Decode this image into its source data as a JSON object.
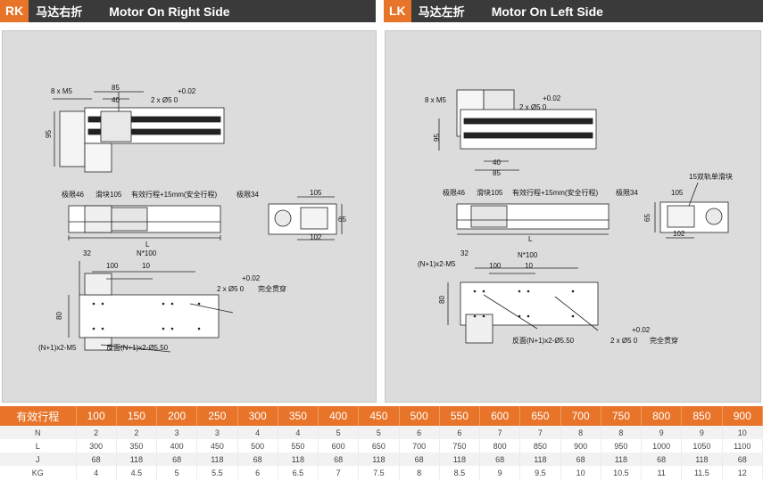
{
  "left_header": {
    "code": "RK",
    "cn_title": "马达右折",
    "en_title": "Motor On Right Side"
  },
  "right_header": {
    "code": "LK",
    "cn_title": "马达左折",
    "en_title": "Motor On Left Side"
  },
  "left_drawing": {
    "top": {
      "holes": "8 x M5",
      "d85": "85",
      "d40": "40",
      "pin": "2 x Ø5  0",
      "tol": "+0.02",
      "h95": "95"
    },
    "side": {
      "limit_l": "极限46",
      "slider": "滑块105",
      "stroke": "有效行程+15mm(安全行程)",
      "limit_r": "极限34",
      "len": "L"
    },
    "end": {
      "w105": "105",
      "h65": "65",
      "w102": "102"
    },
    "bottom": {
      "d32": "32",
      "n100": "N*100",
      "d100": "100",
      "d10": "10",
      "tol": "+0.02",
      "pin": "2 x Ø5  0",
      "through": "完全贯穿",
      "h80": "80",
      "holes_a": "(N+1)x2-M5",
      "holes_b": "反面(N+1)x2-Ø5.50"
    }
  },
  "right_drawing": {
    "top": {
      "holes": "8 x M5",
      "tol": "+0.02",
      "pin": "2 x Ø5  0",
      "h95": "95",
      "d40": "40",
      "d85": "85"
    },
    "side": {
      "limit_l": "极限46",
      "slider": "滑块105",
      "stroke": "有效行程+15mm(安全行程)",
      "limit_r": "极限34",
      "len": "L"
    },
    "end": {
      "note": "15双轨单滑块",
      "w105": "105",
      "h65": "65",
      "w102": "102"
    },
    "bottom": {
      "d32": "32",
      "n100": "N*100",
      "d100": "100",
      "d10": "10",
      "holes_a": "(N+1)x2-M5",
      "h80": "80",
      "holes_b": "反面(N+1)x2-Ø5.50",
      "tol": "+0.02",
      "pin": "2 x Ø5  0",
      "through": "完全贯穿"
    }
  },
  "spec_table": {
    "header_label": "有效行程",
    "strokes": [
      "100",
      "150",
      "200",
      "250",
      "300",
      "350",
      "400",
      "450",
      "500",
      "550",
      "600",
      "650",
      "700",
      "750",
      "800",
      "850",
      "900"
    ],
    "rows": [
      {
        "label": "N",
        "values": [
          "2",
          "2",
          "3",
          "3",
          "4",
          "4",
          "5",
          "5",
          "6",
          "6",
          "7",
          "7",
          "8",
          "8",
          "9",
          "9",
          "10"
        ]
      },
      {
        "label": "L",
        "values": [
          "300",
          "350",
          "400",
          "450",
          "500",
          "550",
          "600",
          "650",
          "700",
          "750",
          "800",
          "850",
          "900",
          "950",
          "1000",
          "1050",
          "1100"
        ]
      },
      {
        "label": "J",
        "values": [
          "68",
          "118",
          "68",
          "118",
          "68",
          "118",
          "68",
          "118",
          "68",
          "118",
          "68",
          "118",
          "68",
          "118",
          "68",
          "118",
          "68"
        ]
      },
      {
        "label": "KG",
        "values": [
          "4",
          "4.5",
          "5",
          "5.5",
          "6",
          "6.5",
          "7",
          "7.5",
          "8",
          "8.5",
          "9",
          "9.5",
          "10",
          "10.5",
          "11",
          "11.5",
          "12"
        ]
      }
    ]
  },
  "colors": {
    "accent": "#e8742a",
    "header_bg": "#3a3a3a",
    "panel_bg": "#dcdcdc"
  }
}
